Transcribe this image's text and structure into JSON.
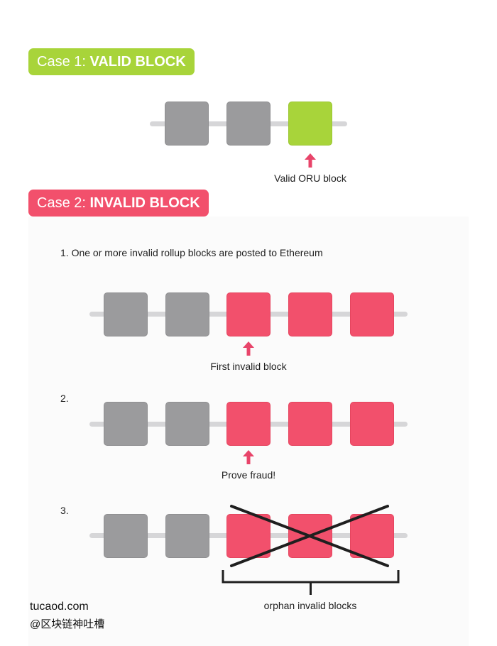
{
  "case1": {
    "prefix": "Case 1: ",
    "title": "VALID BLOCK",
    "annotation": "Valid ORU block"
  },
  "case2": {
    "prefix": "Case 2: ",
    "title": "INVALID BLOCK",
    "step1": "1. One or more invalid rollup blocks are posted to Ethereum",
    "step1_annotation": "First invalid block",
    "step2": "2.",
    "step2_annotation": "Prove fraud!",
    "step3": "3.",
    "step3_annotation": "orphan invalid blocks"
  },
  "footer": {
    "site": "tucaod.com",
    "handle": "@区块链神吐槽"
  },
  "colors": {
    "valid_green": "#a8d43a",
    "invalid_red": "#f2506c",
    "block_gray": "#9b9b9d",
    "rail_gray": "#d6d6d8",
    "arrow_red": "#e8446a",
    "cross_black": "#1f1f1f"
  }
}
